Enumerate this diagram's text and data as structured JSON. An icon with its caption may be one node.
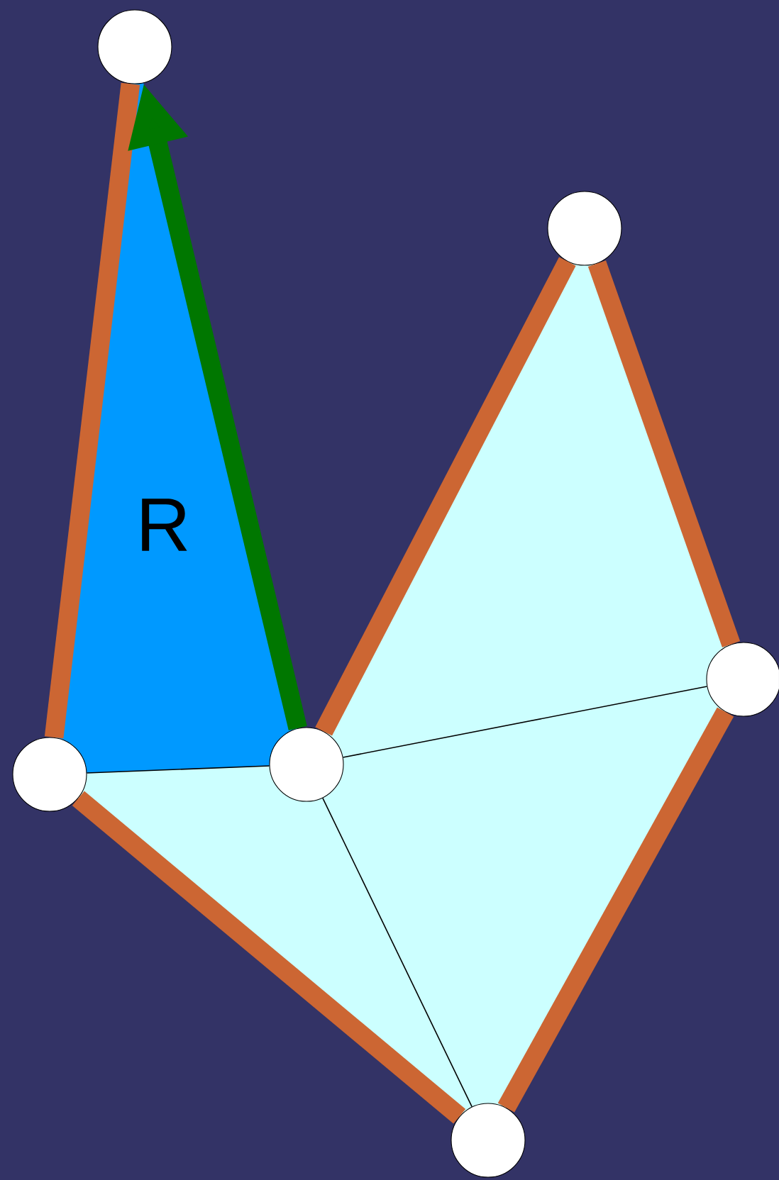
{
  "diagram": {
    "nodes": [
      {
        "text": [],
        "shape": "circle"
      },
      {
        "text": [],
        "shape": "circle"
      },
      {
        "text": [],
        "shape": "circle"
      },
      {
        "text": [],
        "shape": "circle"
      },
      {
        "text": [],
        "shape": "circle"
      },
      {
        "text": [],
        "shape": "circle"
      }
    ],
    "edges": [
      {
        "from": 0,
        "to": 2,
        "arrow": "none",
        "color": "#cc6633"
      },
      {
        "from": 2,
        "to": 5,
        "arrow": "none",
        "color": "#cc6633"
      },
      {
        "from": 5,
        "to": 4,
        "arrow": "none",
        "color": "#cc6633"
      },
      {
        "from": 4,
        "to": 1,
        "arrow": "none",
        "color": "#cc6633"
      },
      {
        "from": 1,
        "to": 3,
        "arrow": "none",
        "color": "#cc6633"
      },
      {
        "from": 2,
        "to": 3,
        "arrow": "none",
        "color": "#000000"
      },
      {
        "from": 3,
        "to": 4,
        "arrow": "none",
        "color": "#000000"
      },
      {
        "from": 3,
        "to": 5,
        "arrow": "none",
        "color": "#000000"
      },
      {
        "from": 3,
        "to": 0,
        "arrow": "to",
        "color": "#007700"
      }
    ],
    "labels": [
      "R"
    ]
  }
}
